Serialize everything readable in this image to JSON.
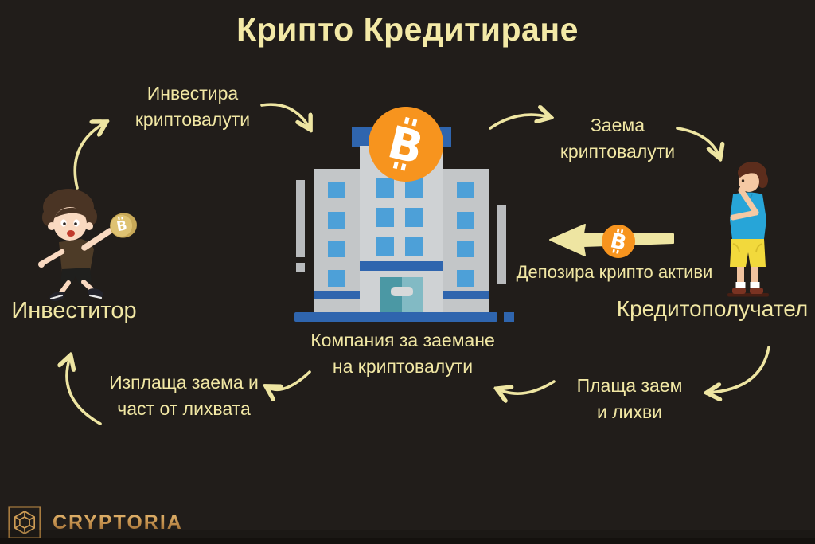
{
  "title": "Крипто Кредитиране",
  "nodes": {
    "investor": {
      "label": "Инвеститор"
    },
    "company": {
      "line1": "Компания за заемане",
      "line2": "на криптовалути"
    },
    "borrower": {
      "label": "Кредитополучател"
    }
  },
  "flows": {
    "invest": {
      "line1": "Инвестира",
      "line2": "криптовалути"
    },
    "lend": {
      "line1": "Заема",
      "line2": "криптовалути"
    },
    "deposit": {
      "label": "Депозира крипто активи"
    },
    "repay": {
      "line1": "Изплаща заема и",
      "line2": "част от лихвата"
    },
    "pay": {
      "line1": "Плаща заем",
      "line2": "и лихви"
    }
  },
  "branding": {
    "logo_text": "CRYPTORIA"
  },
  "icons": {
    "bitcoin_glyph": "B",
    "building_icon": "bank-building",
    "logo_icon": "hexagon-crest"
  },
  "colors": {
    "background": "#211d1a",
    "text_yellow": "#f1e7a4",
    "arrow_yellow": "#eee5a2",
    "bitcoin_orange": "#f7941e",
    "building_blue": "#2f65ae",
    "window_blue": "#4da0d8",
    "building_light_gray": "#cfd2d4",
    "building_mid_gray": "#c3c6c8",
    "door_teal": "#4b98a4",
    "logo_gold": "#cf9d55"
  }
}
